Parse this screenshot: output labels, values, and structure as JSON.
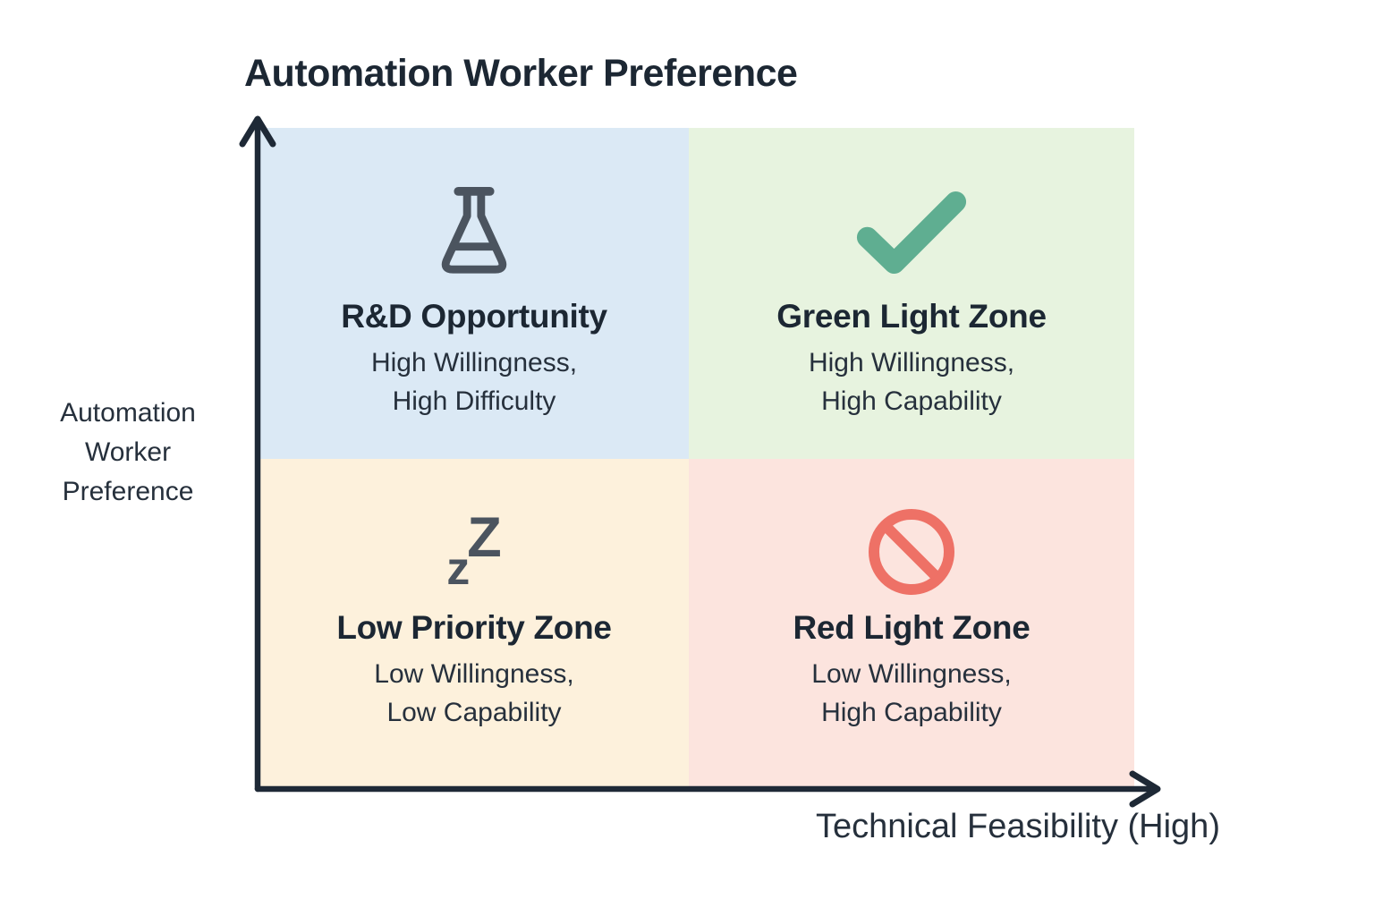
{
  "title": "Automation Worker Preference",
  "y_axis": {
    "label_line1": "Automation",
    "label_line2": "Worker",
    "label_line3": "Preference"
  },
  "x_axis": {
    "label": "Technical Feasibility (High)"
  },
  "quadrants": [
    {
      "id": "rd-opportunity",
      "icon": "flask-icon",
      "title": "R&D Opportunity",
      "subtitle_line1": "High Willingness,",
      "subtitle_line2": "High Difficulty",
      "bg_color": "#dbe9f5"
    },
    {
      "id": "green-light-zone",
      "icon": "checkmark-icon",
      "title": "Green Light Zone",
      "subtitle_line1": "High Willingness,",
      "subtitle_line2": "High Capability",
      "bg_color": "#e7f3df"
    },
    {
      "id": "low-priority-zone",
      "icon": "sleep-zzz-icon",
      "title": "Low Priority Zone",
      "subtitle_line1": "Low Willingness,",
      "subtitle_line2": "Low Capability",
      "bg_color": "#fdf1dc"
    },
    {
      "id": "red-light-zone",
      "icon": "no-entry-icon",
      "title": "Red Light Zone",
      "subtitle_line1": "Low Willingness,",
      "subtitle_line2": "High Capability",
      "bg_color": "#fce4de"
    }
  ],
  "icons": {
    "zzz_small_glyph": "z",
    "zzz_large_glyph": "Z"
  },
  "colors": {
    "text_dark": "#1c2733",
    "text_sub": "#26303c",
    "axis": "#1e2936",
    "quad_blue": "#dbe9f5",
    "quad_green": "#e7f3df",
    "quad_cream": "#fdf1dc",
    "quad_pink": "#fce4de",
    "icon_slate": "#4b545f",
    "icon_green": "#5fae91",
    "icon_red": "#ee7166"
  }
}
